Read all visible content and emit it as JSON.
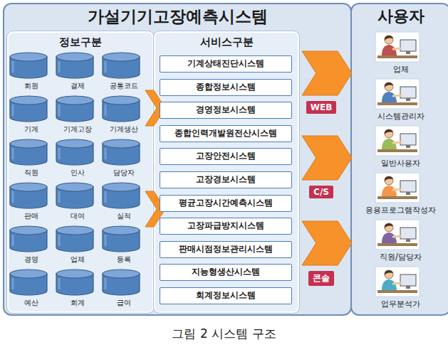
{
  "diagram": {
    "caption": "그림 2 시스템 구조",
    "nodes": [
      {
        "text": [
          "가설기기고장예측시스템"
        ]
      },
      {
        "text": [
          "정보구분"
        ],
        "in": 0
      },
      {
        "text": [
          "회원"
        ],
        "in": 1
      },
      {
        "text": [
          "결제"
        ],
        "in": 1
      },
      {
        "text": [
          "공통코드"
        ],
        "in": 1
      },
      {
        "text": [
          "기계"
        ],
        "in": 1
      },
      {
        "text": [
          "기계고장"
        ],
        "in": 1
      },
      {
        "text": [
          "기계생산"
        ],
        "in": 1
      },
      {
        "text": [
          "직원"
        ],
        "in": 1
      },
      {
        "text": [
          "인사"
        ],
        "in": 1
      },
      {
        "text": [
          "담당자"
        ],
        "in": 1
      },
      {
        "text": [
          "판매"
        ],
        "in": 1
      },
      {
        "text": [
          "대여"
        ],
        "in": 1
      },
      {
        "text": [
          "실적"
        ],
        "in": 1
      },
      {
        "text": [
          "경영"
        ],
        "in": 1
      },
      {
        "text": [
          "업체"
        ],
        "in": 1
      },
      {
        "text": [
          "등록"
        ],
        "in": 1
      },
      {
        "text": [
          "예산"
        ],
        "in": 1
      },
      {
        "text": [
          "회계"
        ],
        "in": 1
      },
      {
        "text": [
          "급여"
        ],
        "in": 1
      },
      {
        "text": [
          "서비스구분"
        ],
        "in": 0
      },
      {
        "text": [
          "기계상태진단시스템"
        ],
        "in": 20
      },
      {
        "text": [
          "종합정보시스템"
        ],
        "in": 20
      },
      {
        "text": [
          "경영정보시스템"
        ],
        "in": 20
      },
      {
        "text": [
          "종합인력개발원전산시스템"
        ],
        "in": 20
      },
      {
        "text": [
          "고장안전시스템"
        ],
        "in": 20
      },
      {
        "text": [
          "고장경보시스템"
        ],
        "in": 20
      },
      {
        "text": [
          "평균고장시간예측시스템"
        ],
        "in": 20
      },
      {
        "text": [
          "고장파급방지시스템"
        ],
        "in": 20
      },
      {
        "text": [
          "판매시점정보관리시스템"
        ],
        "in": 20
      },
      {
        "text": [
          "지능형생산시스템"
        ],
        "in": 20
      },
      {
        "text": [
          "회계정보시스템"
        ],
        "in": 20
      },
      {
        "text": [
          "사용자"
        ]
      },
      {
        "text": [
          "업체"
        ],
        "in": 32
      },
      {
        "text": [
          "시스템관리자"
        ],
        "in": 32
      },
      {
        "text": [
          "일반사용자"
        ],
        "in": 32
      },
      {
        "text": [
          "응용프로그램작성자"
        ],
        "in": 32
      },
      {
        "text": [
          "직원/담당자"
        ],
        "in": 32
      },
      {
        "text": [
          "업무분석가"
        ],
        "in": 32
      }
    ],
    "edges": [
      {
        "from": 1,
        "to": 20,
        "arrow": "to"
      },
      {
        "from": 1,
        "to": 20,
        "arrow": "to"
      },
      {
        "from": 0,
        "to": 32,
        "arrow": "to",
        "label": "WEB"
      },
      {
        "from": 0,
        "to": 32,
        "arrow": "to",
        "label": "C/S"
      },
      {
        "from": 0,
        "to": 32,
        "arrow": "to",
        "label": "콘솔"
      }
    ]
  }
}
